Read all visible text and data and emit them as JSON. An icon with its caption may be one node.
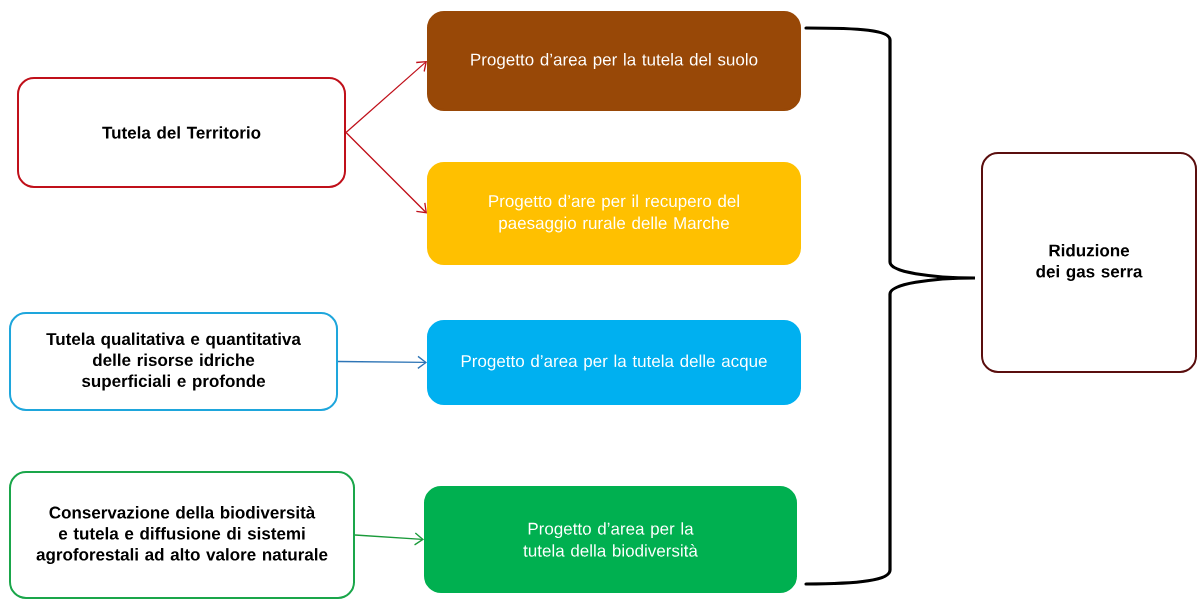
{
  "diagram": {
    "nodes": [
      {
        "text": [
          "Tutela del Territorio"
        ]
      },
      {
        "text": [
          "Progetto d’area per la tutela del suolo"
        ]
      },
      {
        "text": [
          "Progetto d’are per il recupero del paesaggio rurale delle Marche"
        ]
      },
      {
        "text": [
          "Tutela qualitativa e quantitativa delle risorse idriche superficiali e profonde"
        ]
      },
      {
        "text": [
          "Progetto d’area per la tutela delle acque"
        ]
      },
      {
        "text": [
          "Conservazione della biodiversità e tutela e diffusione di sistemi agroforestali ad alto valore naturale"
        ]
      },
      {
        "text": [
          "Progetto d’area per la tutela della biodiversità"
        ]
      },
      {
        "text": [
          "Riduzione dei gas serra"
        ]
      }
    ],
    "edges": [
      {
        "from": 0,
        "to": 1,
        "arrow": "to",
        "color": "#c0101a"
      },
      {
        "from": 0,
        "to": 2,
        "arrow": "to",
        "color": "#c0101a"
      },
      {
        "from": 3,
        "to": 4,
        "arrow": "to",
        "color": "#2e75b6"
      },
      {
        "from": 5,
        "to": 6,
        "arrow": "to",
        "color": "#1a9a3a"
      }
    ]
  }
}
